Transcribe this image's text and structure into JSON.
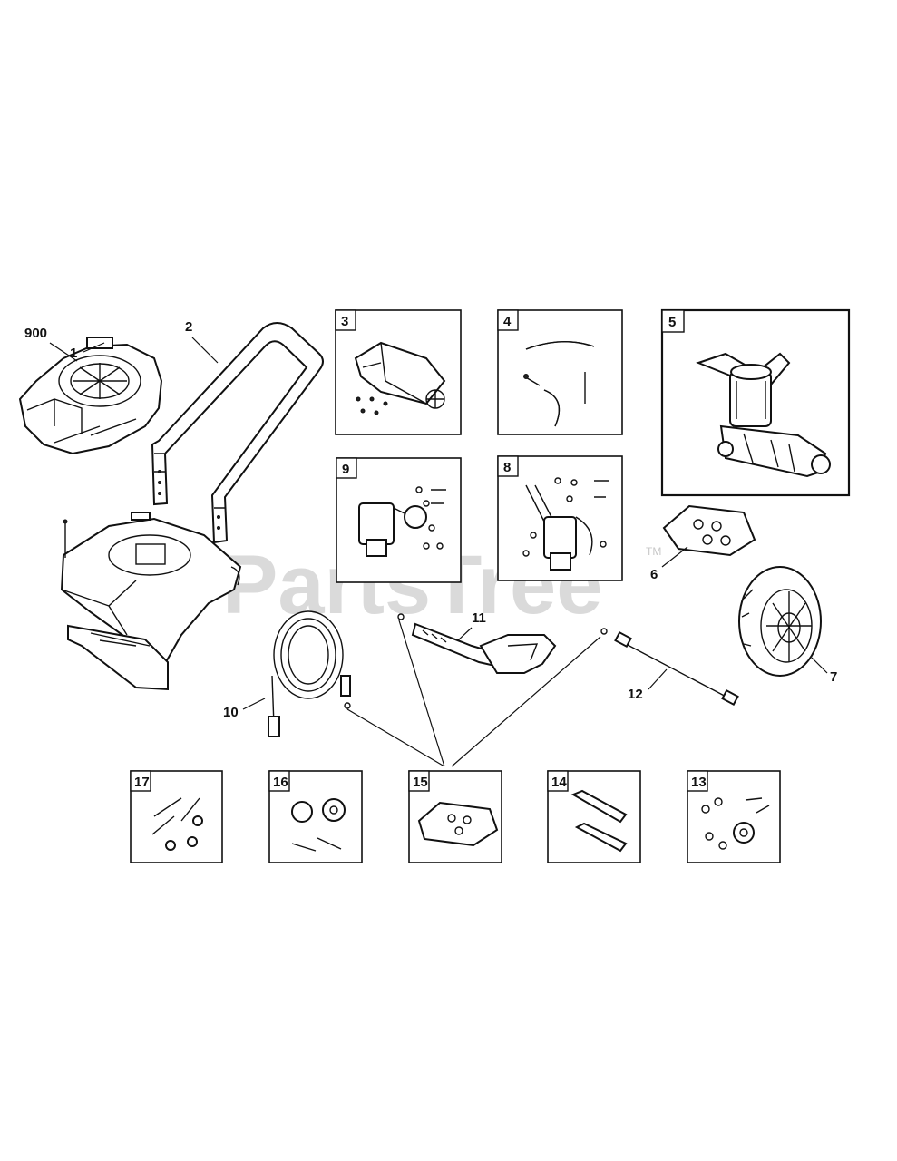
{
  "watermark": {
    "text": "PartsTree",
    "trademark": "TM"
  },
  "callouts": {
    "c900": "900",
    "c1": "1",
    "c2": "2",
    "c6": "6",
    "c7": "7",
    "c10": "10",
    "c11": "11",
    "c12": "12"
  },
  "boxes": {
    "b3": "3",
    "b4": "4",
    "b5": "5",
    "b8": "8",
    "b9": "9",
    "b13": "13",
    "b14": "14",
    "b15": "15",
    "b16": "16",
    "b17": "17"
  }
}
